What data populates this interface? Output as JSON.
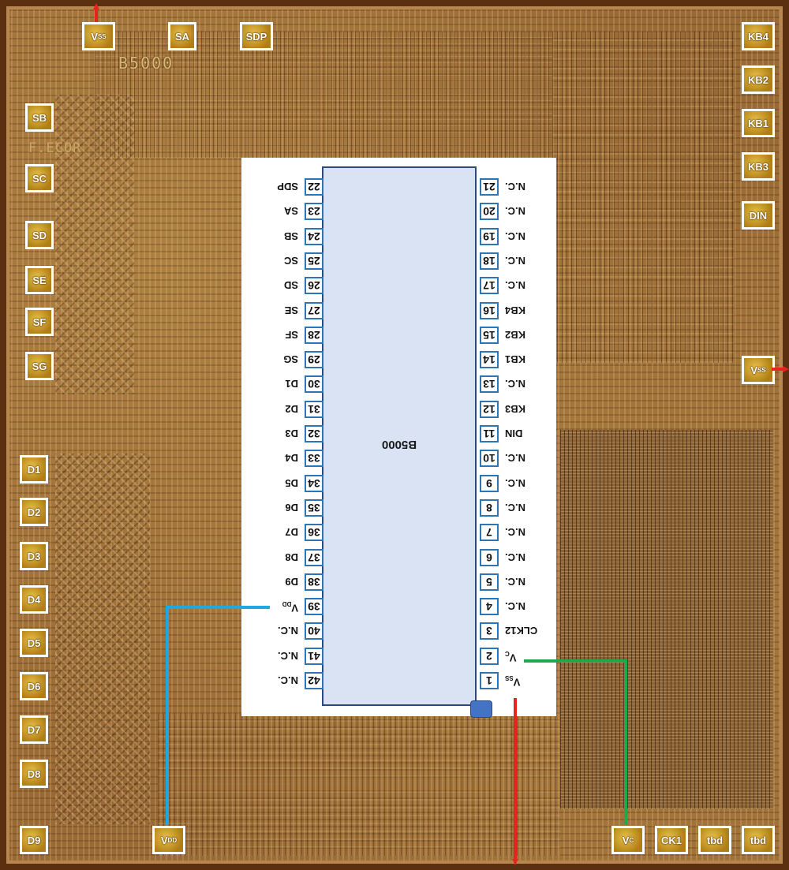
{
  "die_marking": "B5000",
  "die_marking_secondary": "F.ECOR",
  "chip_name": "B5000",
  "bond_pads": [
    {
      "id": "vss-top",
      "label": "V",
      "sub": "SS"
    },
    {
      "id": "sa",
      "label": "SA"
    },
    {
      "id": "sdp",
      "label": "SDP"
    },
    {
      "id": "kb4",
      "label": "KB4"
    },
    {
      "id": "kb2",
      "label": "KB2"
    },
    {
      "id": "kb1",
      "label": "KB1"
    },
    {
      "id": "kb3",
      "label": "KB3"
    },
    {
      "id": "din",
      "label": "DIN"
    },
    {
      "id": "vss-right",
      "label": "V",
      "sub": "SS"
    },
    {
      "id": "sb",
      "label": "SB"
    },
    {
      "id": "sc",
      "label": "SC"
    },
    {
      "id": "sd",
      "label": "SD"
    },
    {
      "id": "se",
      "label": "SE"
    },
    {
      "id": "sf",
      "label": "SF"
    },
    {
      "id": "sg",
      "label": "SG"
    },
    {
      "id": "d1",
      "label": "D1"
    },
    {
      "id": "d2",
      "label": "D2"
    },
    {
      "id": "d3",
      "label": "D3"
    },
    {
      "id": "d4",
      "label": "D4"
    },
    {
      "id": "d5",
      "label": "D5"
    },
    {
      "id": "d6",
      "label": "D6"
    },
    {
      "id": "d7",
      "label": "D7"
    },
    {
      "id": "d8",
      "label": "D8"
    },
    {
      "id": "d9",
      "label": "D9"
    },
    {
      "id": "vdd",
      "label": "V",
      "sub": "DD"
    },
    {
      "id": "vc",
      "label": "V",
      "sub": "C"
    },
    {
      "id": "ck1",
      "label": "CK1"
    },
    {
      "id": "tbd-1",
      "label": "tbd"
    },
    {
      "id": "tbd-2",
      "label": "tbd"
    }
  ],
  "pins_right": [
    {
      "num": "21",
      "name": "N.C."
    },
    {
      "num": "20",
      "name": "N.C."
    },
    {
      "num": "19",
      "name": "N.C."
    },
    {
      "num": "18",
      "name": "N.C."
    },
    {
      "num": "17",
      "name": "N.C."
    },
    {
      "num": "16",
      "name": "KB4"
    },
    {
      "num": "15",
      "name": "KB2"
    },
    {
      "num": "14",
      "name": "KB1"
    },
    {
      "num": "13",
      "name": "N.C."
    },
    {
      "num": "12",
      "name": "KB3"
    },
    {
      "num": "11",
      "name": "DIN"
    },
    {
      "num": "10",
      "name": "N.C."
    },
    {
      "num": "9",
      "name": "N.C."
    },
    {
      "num": "8",
      "name": "N.C."
    },
    {
      "num": "7",
      "name": "N.C."
    },
    {
      "num": "6",
      "name": "N.C."
    },
    {
      "num": "5",
      "name": "N.C."
    },
    {
      "num": "4",
      "name": "N.C."
    },
    {
      "num": "3",
      "name": "CLK12"
    },
    {
      "num": "2",
      "name": "V",
      "sub": "C"
    },
    {
      "num": "1",
      "name": "V",
      "sub": "SS"
    }
  ],
  "pins_left": [
    {
      "num": "22",
      "name": "SDP"
    },
    {
      "num": "23",
      "name": "SA"
    },
    {
      "num": "24",
      "name": "SB"
    },
    {
      "num": "25",
      "name": "SC"
    },
    {
      "num": "26",
      "name": "SD"
    },
    {
      "num": "27",
      "name": "SE"
    },
    {
      "num": "28",
      "name": "SF"
    },
    {
      "num": "29",
      "name": "SG"
    },
    {
      "num": "30",
      "name": "D1"
    },
    {
      "num": "31",
      "name": "D2"
    },
    {
      "num": "32",
      "name": "D3"
    },
    {
      "num": "33",
      "name": "D4"
    },
    {
      "num": "34",
      "name": "D5"
    },
    {
      "num": "35",
      "name": "D6"
    },
    {
      "num": "36",
      "name": "D7"
    },
    {
      "num": "37",
      "name": "D8"
    },
    {
      "num": "38",
      "name": "D9"
    },
    {
      "num": "39",
      "name": "V",
      "sub": "DD"
    },
    {
      "num": "40",
      "name": "N.C."
    },
    {
      "num": "41",
      "name": "N.C."
    },
    {
      "num": "42",
      "name": "N.C."
    }
  ],
  "wire_colors": {
    "vss": "#e8231f",
    "vdd": "#1ea7e0",
    "vc": "#1eaa4a"
  },
  "pad_color": "#c8961e",
  "package_fill": "#dae3f3",
  "package_outline": "#2e4a7a",
  "pin_box_outline": "#2e75b6"
}
